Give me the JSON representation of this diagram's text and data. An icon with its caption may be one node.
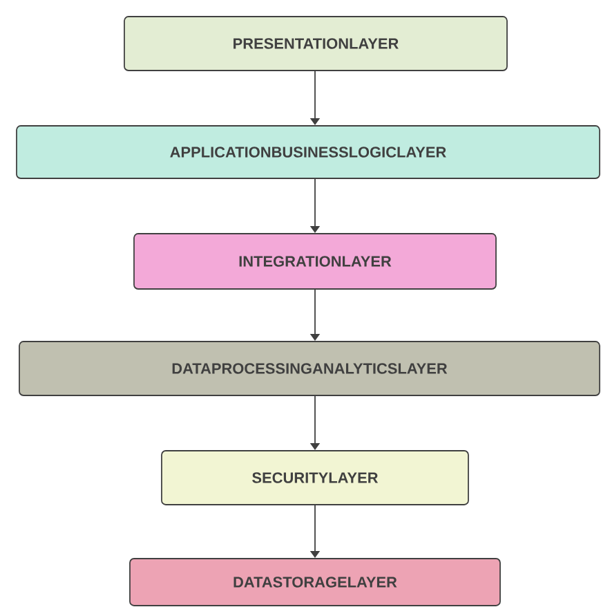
{
  "diagram": {
    "nodes": [
      {
        "text": [
          "PRESENTATIONLAYER"
        ]
      },
      {
        "text": [
          "APPLICATIONBUSINESSLOGICLAYER"
        ]
      },
      {
        "text": [
          "INTEGRATIONLAYER"
        ]
      },
      {
        "text": [
          "DATAPROCESSINGANALYTICSLAYER"
        ]
      },
      {
        "text": [
          "SECURITYLAYER"
        ]
      },
      {
        "text": [
          "DATASTORAGELAYER"
        ]
      }
    ],
    "edges": [
      {
        "from": 0,
        "to": 1,
        "arrow": "to"
      },
      {
        "from": 1,
        "to": 2,
        "arrow": "to"
      },
      {
        "from": 2,
        "to": 3,
        "arrow": "to"
      },
      {
        "from": 3,
        "to": 4,
        "arrow": "to"
      },
      {
        "from": 4,
        "to": 5,
        "arrow": "to"
      }
    ]
  }
}
